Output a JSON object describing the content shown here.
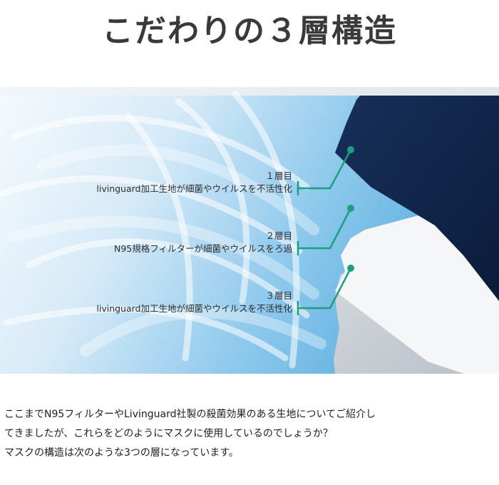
{
  "title": "こだわりの３層構造",
  "layers": [
    {
      "number": "１層目",
      "description": "livinguard加工生地が細菌やウイルスを不活性化"
    },
    {
      "number": "２層目",
      "description": "N95規格フィルターが細菌やウイルスをろ過"
    },
    {
      "number": "３層目",
      "description": "livinguard加工生地が細菌やウイルスを不活性化"
    }
  ],
  "body": {
    "lines": [
      "ここまでN95フィルターやLivinguard社製の殺菌効果のある生地についてご紹介し",
      "てきましたが、これらをどのようにマスクに使用しているのでしょうか？",
      "マスクの構造は次のような3つの層になっています。"
    ]
  },
  "colors": {
    "title": "#3a3a3a",
    "accent_green": "#1aa07e",
    "layer1_navy": "#0f2447",
    "layer2_white": "#f4f6f8",
    "layer3_gray": "#c9ced4",
    "background_blue": "#7cc0e8"
  }
}
